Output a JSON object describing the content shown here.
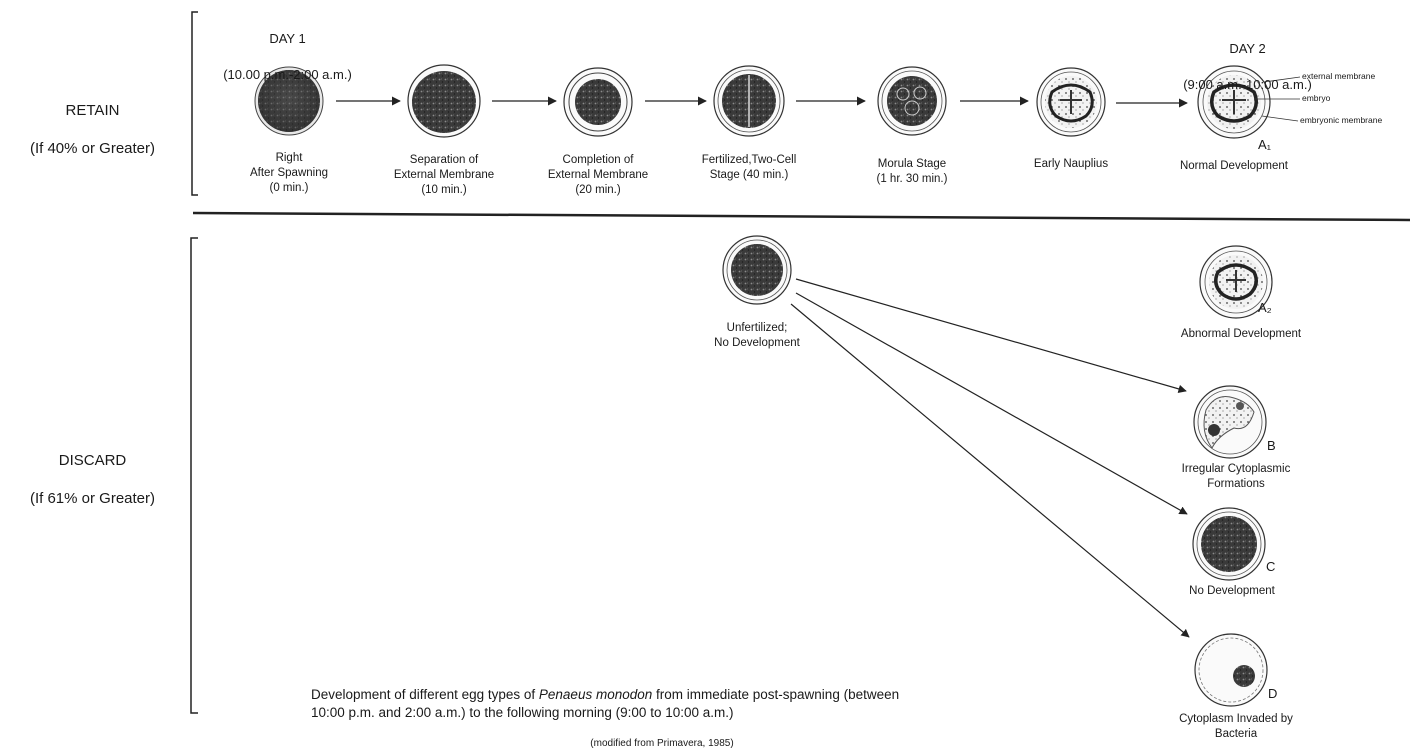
{
  "sections": {
    "retain": {
      "title": "RETAIN",
      "condition": "(If 40% or Greater)"
    },
    "discard": {
      "title": "DISCARD",
      "condition": "(If 61% or Greater)"
    }
  },
  "days": {
    "day1": {
      "label": "DAY 1",
      "time": "(10.00 p.m.-2:00 a.m.)"
    },
    "day2": {
      "label": "DAY 2",
      "time": "(9:00 a.m.-10:00 a.m.)"
    }
  },
  "stages": [
    {
      "label": "Right\nAfter Spawning\n(0 min.)"
    },
    {
      "label": "Separation of\nExternal Membrane\n(10 min.)"
    },
    {
      "label": "Completion of\nExternal Membrane\n(20 min.)"
    },
    {
      "label": "Fertilized,Two-Cell\nStage (40 min.)"
    },
    {
      "label": "Morula Stage\n(1 hr. 30 min.)"
    },
    {
      "label": "Early Nauplius"
    },
    {
      "label": "Normal Development"
    }
  ],
  "annotations": [
    "external membrane",
    "embryo",
    "embryonic membrane"
  ],
  "unfertilized": {
    "label": "Unfertilized;\nNo Development"
  },
  "outcomes": {
    "A1": {
      "letter": "A₁"
    },
    "A2": {
      "letter": "A₂",
      "label": "Abnormal Development"
    },
    "B": {
      "letter": "B",
      "label": "Irregular Cytoplasmic\nFormations"
    },
    "C": {
      "letter": "C",
      "label": "No Development"
    },
    "D": {
      "letter": "D",
      "label": "Cytoplasm Invaded by\nBacteria"
    }
  },
  "caption": {
    "pre": "Development of different egg types of ",
    "species": "Penaeus monodon",
    "post": " from immediate post-spawning (between\n10:00 p.m. and 2:00 a.m.) to the following morning (9:00 to 10:00 a.m.)",
    "source": "(modified from Primavera, 1985)"
  }
}
